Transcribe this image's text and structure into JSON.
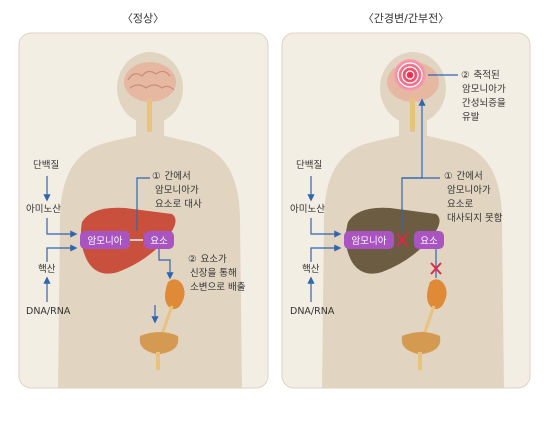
{
  "panels": [
    {
      "title": "〈정상〉",
      "left_labels": {
        "protein": "단백질",
        "amino": "아미노산",
        "nucleic": "핵산",
        "dna": "DNA/RNA"
      },
      "pills": {
        "ammonia": "암모니아",
        "urea": "요소"
      },
      "step1": {
        "num": "①",
        "lines": [
          "간에서",
          "암모니아가",
          "요소로 대사"
        ]
      },
      "step2": {
        "num": "②",
        "lines": [
          "요소가",
          "신장을 통해",
          "소변으로 배출"
        ]
      }
    },
    {
      "title": "〈간경변/간부전〉",
      "left_labels": {
        "protein": "단백질",
        "amino": "아미노산",
        "nucleic": "핵산",
        "dna": "DNA/RNA"
      },
      "pills": {
        "ammonia": "암모니아",
        "urea": "요소"
      },
      "step1": {
        "num": "①",
        "lines": [
          "간에서",
          "암모니아가",
          "요소로",
          "대사되지 못함"
        ]
      },
      "step2": {
        "num": "②",
        "lines": [
          "축적된",
          "암모니아가",
          "간성뇌증을",
          "유발"
        ]
      }
    }
  ],
  "colors": {
    "panel_bg": "#f3eee4",
    "panel_border": "#ddd3c0",
    "body": "#e1d5c1",
    "arrow": "#2f66b0",
    "pill": "#a855c2",
    "liver_normal": "#c8503c",
    "liver_damaged": "#6b5c42",
    "brain": "#e6b8a2",
    "kidney": "#df8a36",
    "bladder": "#d49a52",
    "ureter": "#e9c280",
    "cross": "#e0284a"
  }
}
